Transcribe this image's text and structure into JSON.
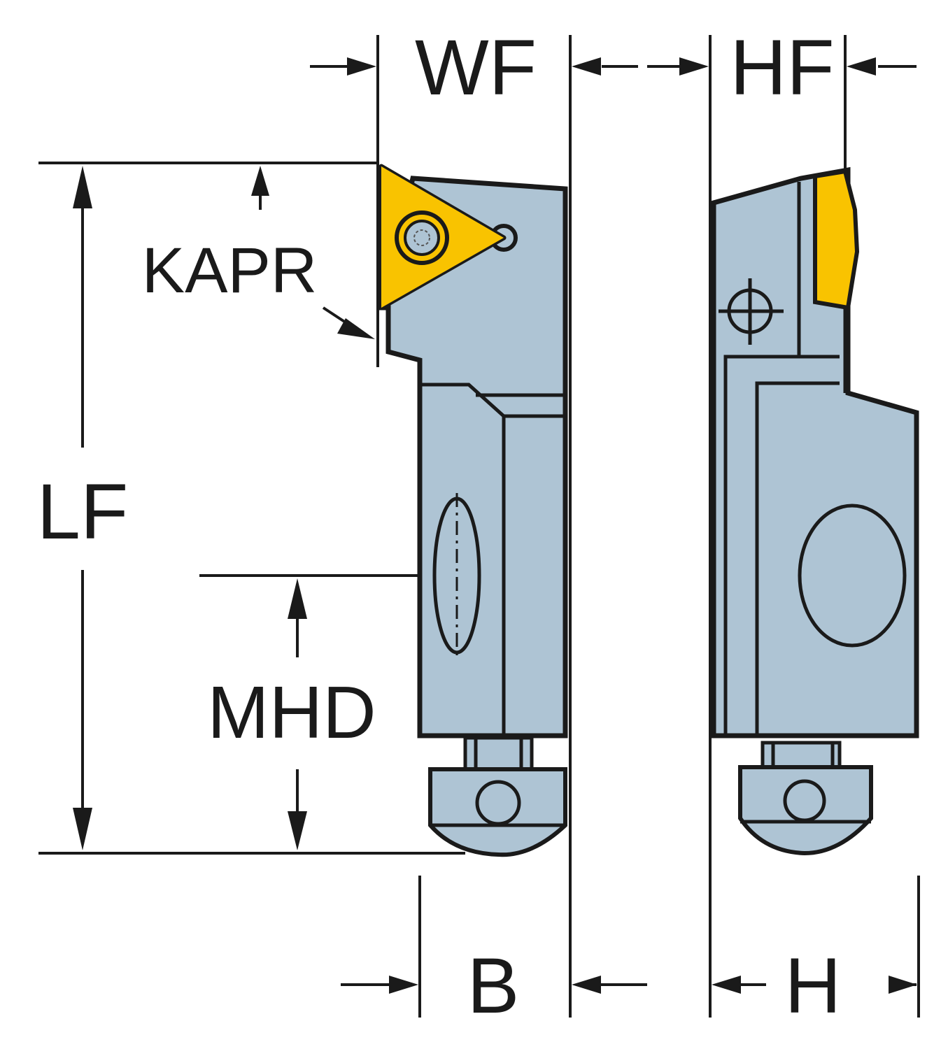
{
  "labels": {
    "wf": "WF",
    "hf": "HF",
    "kapr": "KAPR",
    "lf": "LF",
    "mhd": "MHD",
    "b": "B",
    "h": "H"
  },
  "colors": {
    "holder": "#aec4d4",
    "insert": "#f9c300",
    "line": "#1a1a1a"
  }
}
